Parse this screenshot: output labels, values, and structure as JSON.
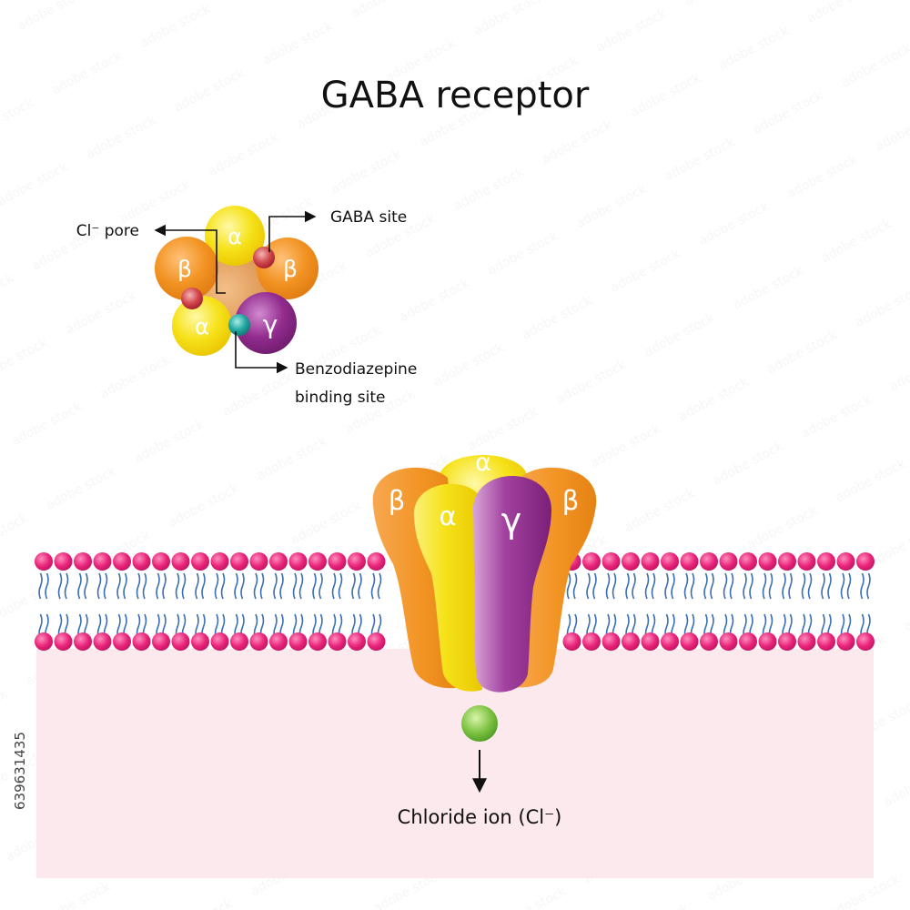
{
  "title": "GABA receptor",
  "top_view": {
    "labels": {
      "cl_pore": "Cl⁻ pore",
      "gaba_site": "GABA site",
      "benzo_line1": "Benzodiazepine",
      "benzo_line2": "binding site"
    },
    "subunits": {
      "alpha_top": "α",
      "beta_left": "β",
      "beta_right": "β",
      "alpha_bottom": "α",
      "gamma": "γ"
    }
  },
  "side_view": {
    "subunits": {
      "alpha_back": "α",
      "beta_left": "β",
      "alpha_front": "α",
      "gamma": "γ",
      "beta_right": "β"
    },
    "ion_label": "Chloride ion (Cl⁻)"
  },
  "watermark_id": "639631435",
  "colors": {
    "alpha": "#f4e010",
    "beta": "#f0901e",
    "gamma": "#8e2a8a",
    "site_red": "#c0303a",
    "site_teal": "#1f9a96",
    "phospholipid_head": "#e8247a",
    "lipid_tail": "#3b6fb5",
    "cytoplasm": "#fbe9ee",
    "chloride_ion": "#7cc242"
  }
}
